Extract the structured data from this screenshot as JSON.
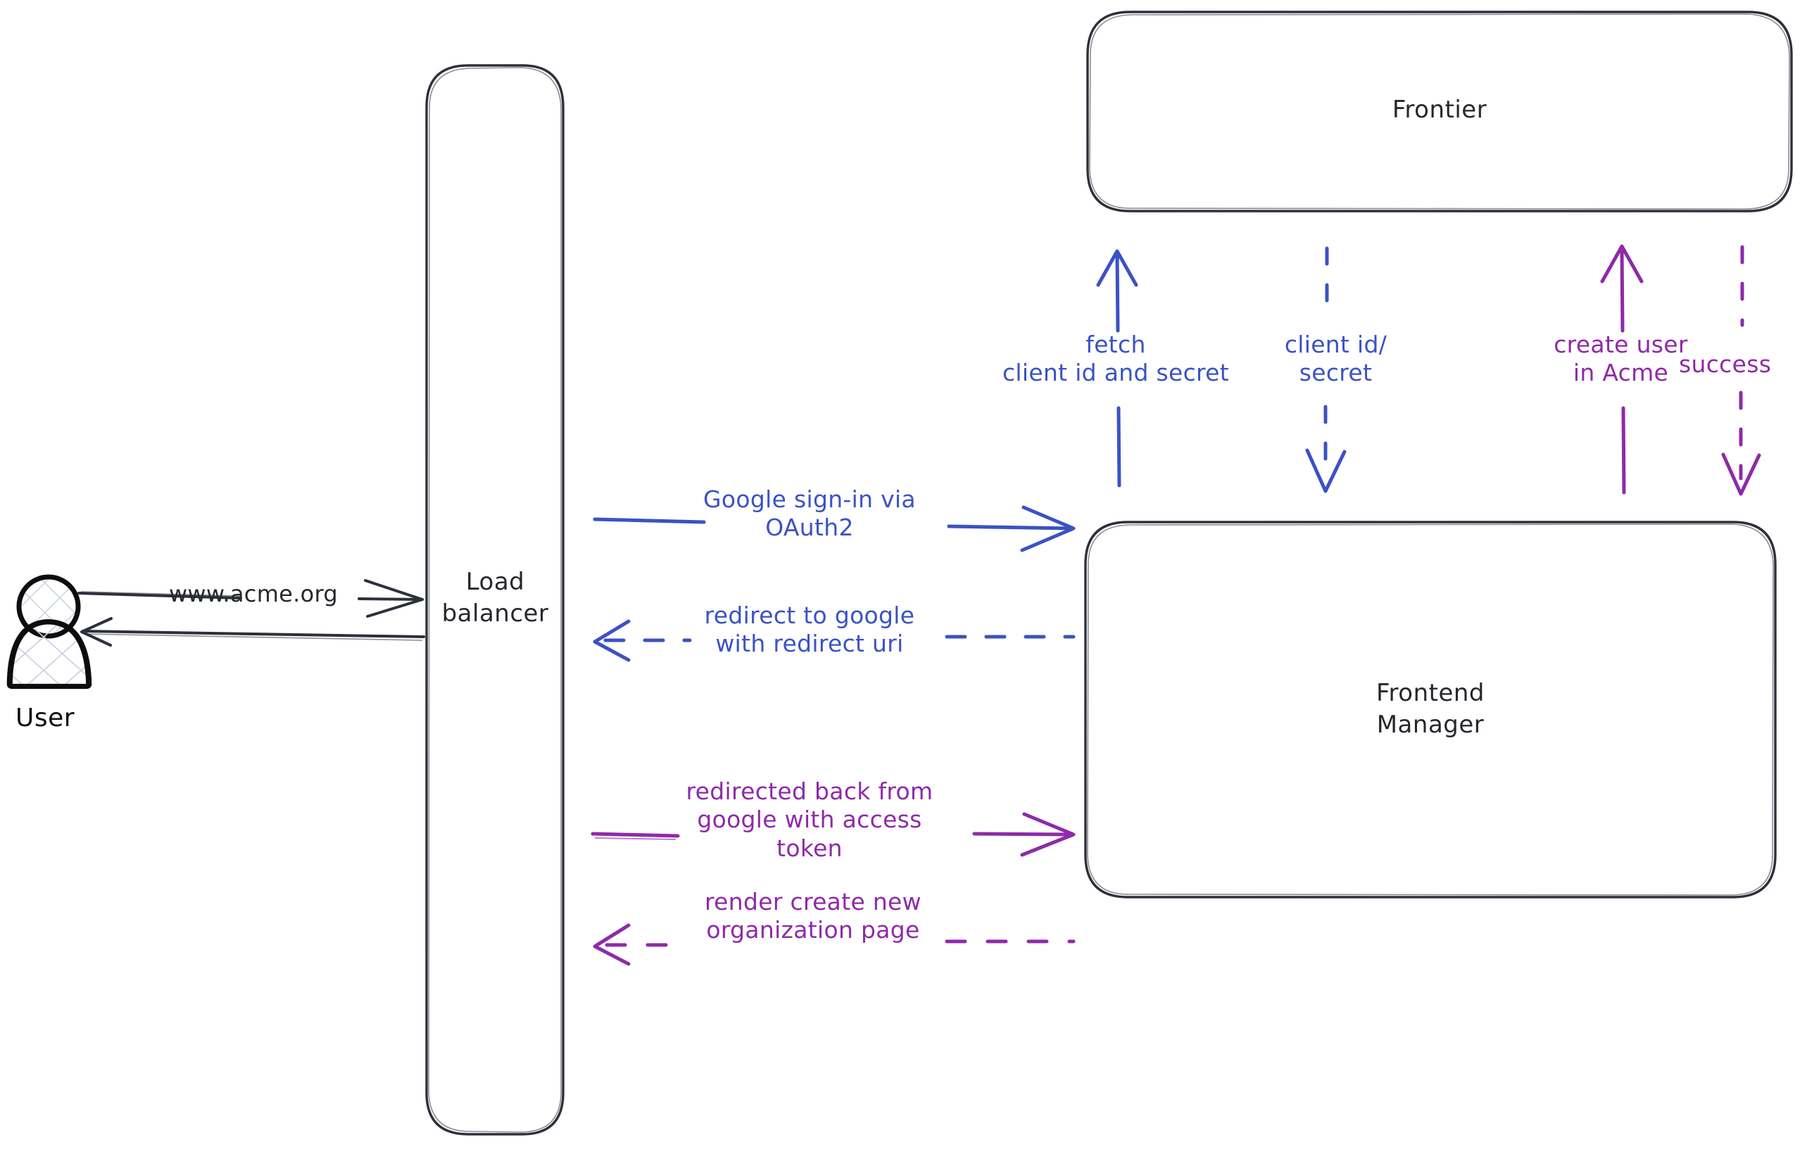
{
  "diagram": {
    "title": "Google OAuth2 sign-in sequence",
    "background": "#ffffff",
    "colors": {
      "stroke_dark": "#2c303a",
      "actor_stroke": "#0d0d0d",
      "actor_hatch": "#c9d2e3",
      "blue": "#3b52c4",
      "purple": "#8e2aa8",
      "text_dark": "#25282d"
    }
  },
  "actors": [
    {
      "id": "user",
      "name": "user-actor",
      "label": "User",
      "icon": "person-icon"
    }
  ],
  "nodes": [
    {
      "id": "load-balancer",
      "label": "Load\nbalancer",
      "shape": "rounded-rect"
    },
    {
      "id": "frontier",
      "label": "Frontier",
      "shape": "rounded-rect"
    },
    {
      "id": "frontend-manager",
      "label": "Frontend\nManager",
      "shape": "rounded-rect"
    }
  ],
  "edges": [
    {
      "id": "user-to-lb",
      "label": "www.acme.org",
      "color": "#2c303a",
      "style": "solid",
      "direction": "right",
      "from": "user",
      "to": "load-balancer"
    },
    {
      "id": "lb-to-user",
      "label": "",
      "color": "#2c303a",
      "style": "solid",
      "direction": "left",
      "from": "load-balancer",
      "to": "user"
    },
    {
      "id": "lb-to-fm-signin",
      "label": "Google sign-in via\nOAuth2",
      "color": "#3b52c4",
      "style": "solid",
      "direction": "right",
      "from": "load-balancer",
      "to": "frontend-manager"
    },
    {
      "id": "fm-to-lb-redirect",
      "label": "redirect to google\nwith redirect uri",
      "color": "#3b52c4",
      "style": "dashed",
      "direction": "left",
      "from": "frontend-manager",
      "to": "load-balancer"
    },
    {
      "id": "lb-to-fm-token",
      "label": "redirected back from\ngoogle with access\ntoken",
      "color": "#8e2aa8",
      "style": "solid",
      "direction": "right",
      "from": "load-balancer",
      "to": "frontend-manager"
    },
    {
      "id": "fm-to-lb-render",
      "label": "render create new\norganization page",
      "color": "#8e2aa8",
      "style": "dashed",
      "direction": "left",
      "from": "frontend-manager",
      "to": "load-balancer"
    },
    {
      "id": "fm-to-frontier-fetch",
      "label": "fetch\nclient id and secret",
      "color": "#3b52c4",
      "style": "solid",
      "direction": "up",
      "from": "frontend-manager",
      "to": "frontier"
    },
    {
      "id": "frontier-to-fm-creds",
      "label": "client id/\nsecret",
      "color": "#3b52c4",
      "style": "dashed",
      "direction": "down",
      "from": "frontier",
      "to": "frontend-manager"
    },
    {
      "id": "fm-to-frontier-create",
      "label": "create user\nin Acme",
      "color": "#8e2aa8",
      "style": "solid",
      "direction": "up",
      "from": "frontend-manager",
      "to": "frontier"
    },
    {
      "id": "frontier-to-fm-success",
      "label": "success",
      "color": "#8e2aa8",
      "style": "dashed",
      "direction": "down",
      "from": "frontier",
      "to": "frontend-manager"
    }
  ]
}
